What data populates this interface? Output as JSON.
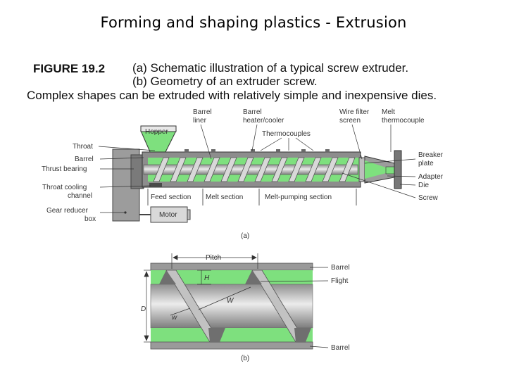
{
  "title": "Forming and shaping plastics - Extrusion",
  "caption": {
    "figure": "FIGURE 19.2",
    "line_a": "(a) Schematic illustration of a typical screw extruder.",
    "line_b": "(b) Geometry of an extruder screw.",
    "line_c": "Complex shapes can be extruded with relatively simple and inexpensive dies."
  },
  "diagram_a": {
    "top_labels": {
      "barrel_liner_1": "Barrel",
      "barrel_liner_2": "liner",
      "barrel_heater_1": "Barrel",
      "barrel_heater_2": "heater/cooler",
      "thermocouples": "Thermocouples",
      "wire_filter_1": "Wire filter",
      "wire_filter_2": "screen",
      "melt_thermo_1": "Melt",
      "melt_thermo_2": "thermocouple"
    },
    "left_labels": {
      "hopper": "Hopper",
      "throat": "Throat",
      "barrel": "Barrel",
      "thrust_bearing": "Thrust bearing",
      "throat_cooling_1": "Throat cooling",
      "throat_cooling_2": "channel",
      "gear_reducer_1": "Gear reducer",
      "gear_reducer_2": "box",
      "motor": "Motor"
    },
    "right_labels": {
      "breaker_1": "Breaker",
      "breaker_2": "plate",
      "adapter": "Adapter",
      "die": "Die",
      "screw": "Screw"
    },
    "sections": {
      "feed": "Feed section",
      "melt": "Melt section",
      "pumping": "Melt-pumping section"
    },
    "sublabel": "(a)"
  },
  "diagram_b": {
    "pitch": "Pitch",
    "barrel_top": "Barrel",
    "flight": "Flight",
    "barrel_bottom": "Barrel",
    "h": "H",
    "w_upper": "W",
    "w_lower": "w",
    "d": "D",
    "sublabel": "(b)"
  },
  "colors": {
    "polymer_green": "#7ee07e",
    "steel_gray": "#9a9a9a",
    "dark_gray": "#555555"
  }
}
